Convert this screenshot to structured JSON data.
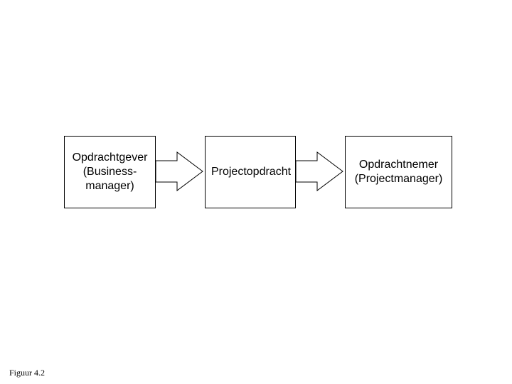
{
  "boxes": [
    {
      "label": "Opdrachtgever\n(Business-\nmanager)"
    },
    {
      "label": "Projectopdracht"
    },
    {
      "label": "Opdrachtnemer\n(Projectmanager)"
    }
  ],
  "caption": "Figuur 4.2",
  "colors": {
    "stroke": "#000000",
    "fill": "#ffffff"
  }
}
